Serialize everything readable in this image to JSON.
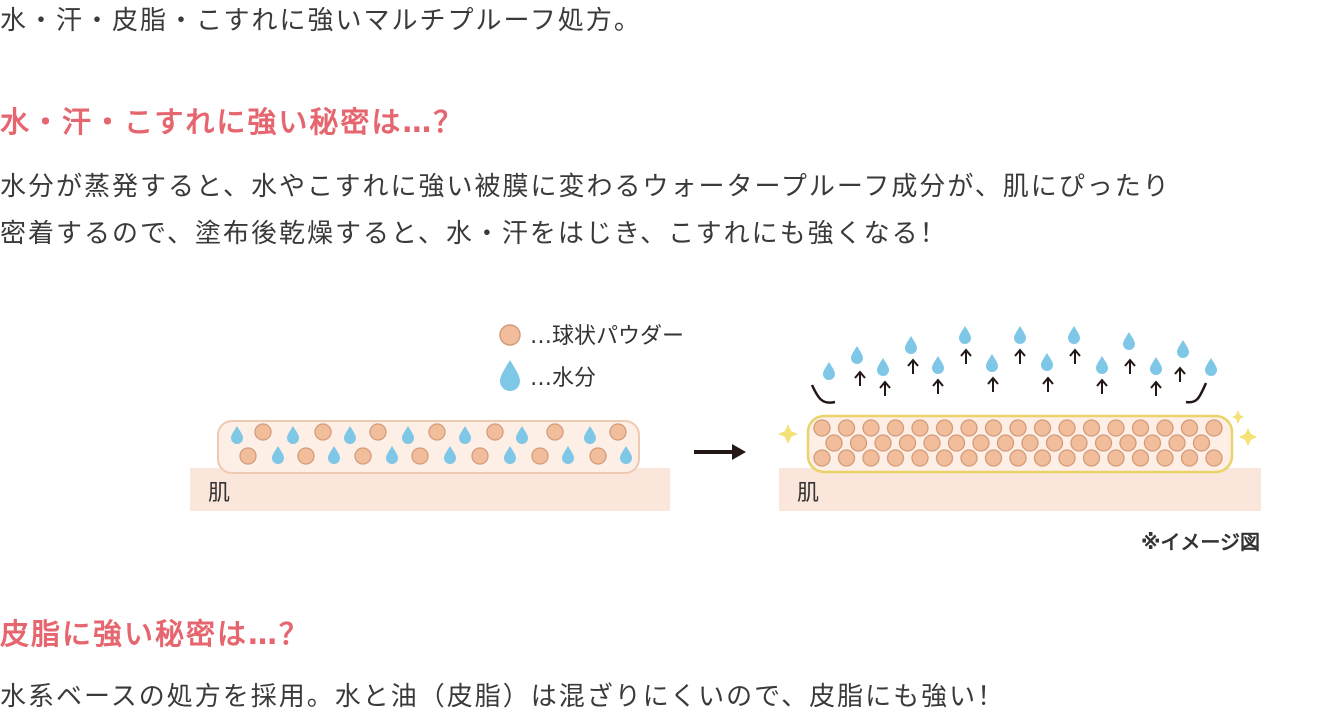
{
  "intro": {
    "text": "水・汗・皮脂・こすれに強いマルチプルーフ処方。"
  },
  "section1": {
    "heading": "水・汗・こすれに強い秘密は…？",
    "paragraph_line1": "水分が蒸発すると、水やこすれに強い被膜に変わるウォータープルーフ成分が、肌にぴったり",
    "paragraph_line2": "密着するので、塗布後乾燥すると、水・汗をはじき、こすれにも強くなる！"
  },
  "diagram": {
    "legend": {
      "powder_label": "…球状パウダー",
      "water_label": "…水分"
    },
    "skin_label_before": "肌",
    "skin_label_after": "肌",
    "note": "※イメージ図",
    "colors": {
      "heading": "#e5666f",
      "skin": "#fbe6db",
      "film_fill": "#fdeee6",
      "film_border": "#eecab3",
      "powder_fill": "#f1bd9b",
      "powder_stroke": "#d39c7a",
      "water": "#7fc7e6",
      "film_coating": "#e9d36a",
      "sparkle": "#f3e277",
      "arrow": "#231815"
    }
  },
  "section2": {
    "heading": "皮脂に強い秘密は…？",
    "paragraph": "水系ベースの処方を採用。水と油（皮脂）は混ざりにくいので、皮脂にも強い！"
  }
}
